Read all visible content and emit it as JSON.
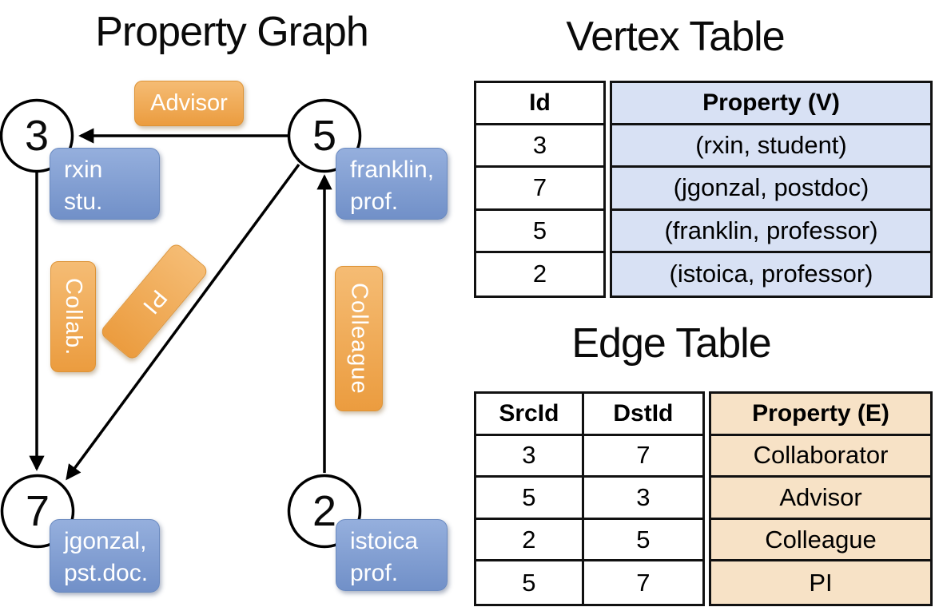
{
  "graph": {
    "title": "Property Graph",
    "nodes": [
      {
        "id": "3",
        "prop_line1": "rxin",
        "prop_line2": "stu."
      },
      {
        "id": "5",
        "prop_line1": "franklin,",
        "prop_line2": "prof."
      },
      {
        "id": "7",
        "prop_line1": "jgonzal,",
        "prop_line2": "pst.doc."
      },
      {
        "id": "2",
        "prop_line1": "istoica",
        "prop_line2": "prof."
      }
    ],
    "edges": [
      {
        "label": "Advisor",
        "src": "5",
        "dst": "3"
      },
      {
        "label": "Collab.",
        "src": "3",
        "dst": "7"
      },
      {
        "label": "PI",
        "src": "5",
        "dst": "7"
      },
      {
        "label": "Colleague",
        "src": "2",
        "dst": "5"
      }
    ]
  },
  "vertex_table": {
    "title": "Vertex Table",
    "columns": [
      "Id",
      "Property (V)"
    ],
    "rows": [
      [
        "3",
        "(rxin, student)"
      ],
      [
        "7",
        "(jgonzal, postdoc)"
      ],
      [
        "5",
        "(franklin, professor)"
      ],
      [
        "2",
        "(istoica, professor)"
      ]
    ]
  },
  "edge_table": {
    "title": "Edge Table",
    "columns": [
      "SrcId",
      "DstId",
      "Property (E)"
    ],
    "rows": [
      [
        "3",
        "7",
        "Collaborator"
      ],
      [
        "5",
        "3",
        "Advisor"
      ],
      [
        "2",
        "5",
        "Colleague"
      ],
      [
        "5",
        "7",
        "PI"
      ]
    ]
  },
  "colors": {
    "edge_label_orange": "#EDA244",
    "vertex_box_blue": "#7E9CD0",
    "vertex_table_fill": "#D8E1F4",
    "edge_table_fill": "#F7E2C6",
    "line_black": "#000000"
  }
}
